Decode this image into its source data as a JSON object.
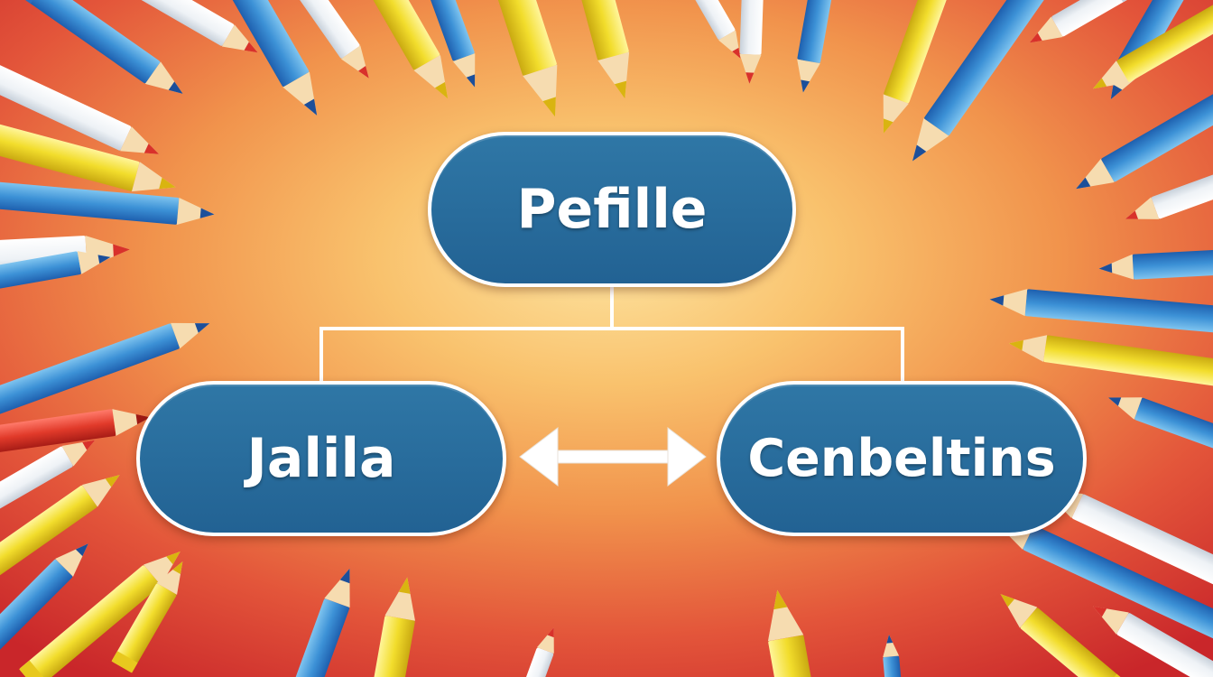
{
  "diagram": {
    "colors": {
      "node_fill": "#226293",
      "node_border": "#ffffff",
      "connector": "#ffffff",
      "background_center": "#fbd58a",
      "background_edge": "#d6302b"
    },
    "nodes": {
      "top": {
        "label": "Pefille"
      },
      "left": {
        "label": "Jalila"
      },
      "right": {
        "label": "Cenbeltins"
      }
    },
    "connectors": {
      "tree": "top-to-left-and-right",
      "bidirectional_arrow": "left-right"
    },
    "decoration": "pencils-border"
  }
}
